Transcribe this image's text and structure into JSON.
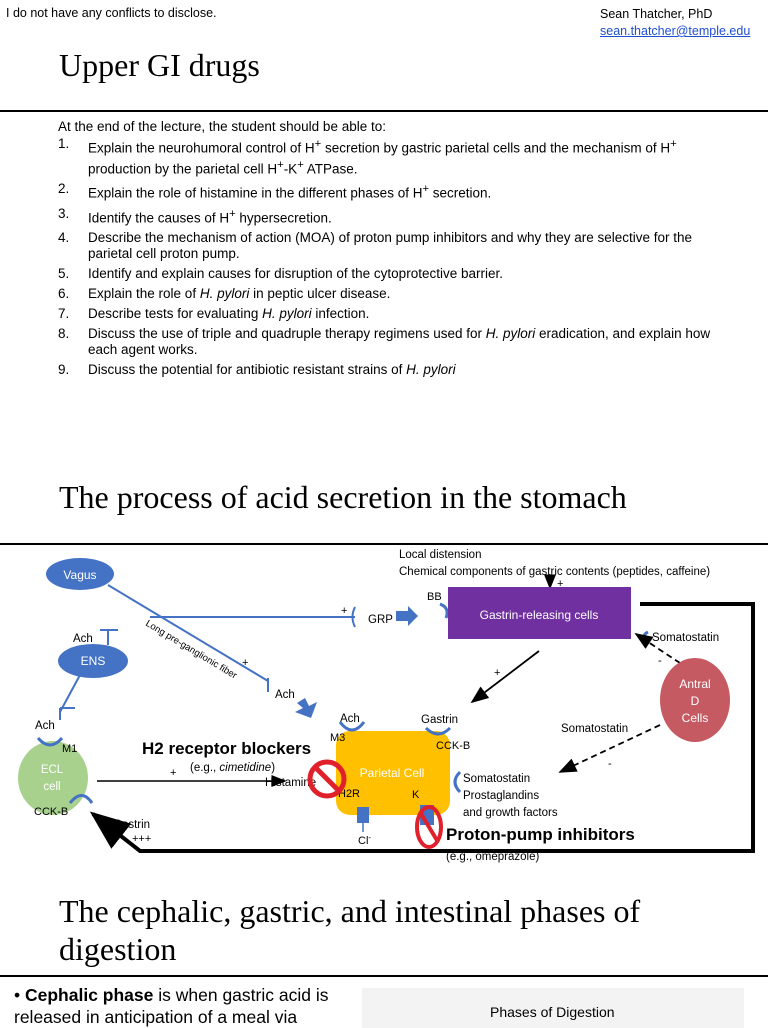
{
  "header": {
    "disclosure": "I do not have any conflicts to disclose.",
    "author_name": "Sean Thatcher, PhD",
    "author_email": "sean.thatcher@temple.edu"
  },
  "sections": {
    "title1": "Upper GI drugs",
    "title2": "The process of acid secretion in the stomach",
    "title3_line1": "The cephalic, gastric, and intestinal phases of",
    "title3_line2": "digestion"
  },
  "objectives": {
    "intro": "At the end of the lecture, the student should be able to:",
    "items": [
      {
        "num": "1.",
        "html": "Explain the neurohumoral control of H<sup>+</sup> secretion by gastric parietal cells and the mechanism of H<sup>+</sup> production by the parietal cell H<sup>+</sup>-K<sup>+</sup> ATPase."
      },
      {
        "num": "2.",
        "html": "Explain the role of histamine in the different phases of H<sup>+</sup> secretion."
      },
      {
        "num": "3.",
        "html": "Identify the causes of H<sup>+</sup> hypersecretion."
      },
      {
        "num": "4.",
        "html": "Describe the mechanism of action (MOA) of proton pump inhibitors and why they are selective for the parietal cell proton pump."
      },
      {
        "num": "5.",
        "html": "Identify and explain causes for disruption of the cytoprotective barrier."
      },
      {
        "num": "6.",
        "html": "Explain the role of <i>H. pylori</i> in peptic ulcer disease."
      },
      {
        "num": "7.",
        "html": "Describe tests for evaluating <i>H. pylori</i> infection."
      },
      {
        "num": "8.",
        "html": "Discuss the use of triple and quadruple therapy regimens used for <i>H. pylori</i> eradication, and explain how each agent works."
      },
      {
        "num": "9.",
        "html": "Discuss the potential for antibiotic resistant strains of <i>H. pylori</i>"
      }
    ]
  },
  "diagram": {
    "vagus": "Vagus",
    "ens": "ENS",
    "ecl_line1": "ECL",
    "ecl_line2": "cell",
    "ach": "Ach",
    "m1": "M1",
    "m3": "M3",
    "cckb": "CCK-B",
    "fiber": "Long pre-ganglionic fiber",
    "grp": "GRP",
    "bb": "BB",
    "plus": "+",
    "minus": "-",
    "triple_plus": "+++",
    "local_distension": "Local distension",
    "chemical": "Chemical components of gastric contents (peptides, caffeine)",
    "gastrin_releasing": "Gastrin-releasing cells",
    "somatostatin": "Somatostatin",
    "antral_line1": "Antral",
    "antral_line2": "D",
    "antral_line3": "Cells",
    "gastrin": "Gastrin",
    "parietal": "Parietal Cell",
    "h2_blockers": "H2 receptor blockers",
    "cimetidine_pre": "(e.g., ",
    "cimetidine": "cimetidine",
    "cimetidine_post": ")",
    "histamine": "Histamine",
    "h2r": "H2R",
    "k": "K",
    "cl": "Cl",
    "ppi": "Proton-pump inhibitors",
    "omeprazole": "(e.g., omeprazole)",
    "inhibitors_line1": "Somatostatin",
    "inhibitors_line2": "Prostaglandins",
    "inhibitors_line3": "and growth factors",
    "colors": {
      "blue_node": "#4472c4",
      "purple": "#7030a0",
      "antral": "#c65a62",
      "parietal": "#ffc000",
      "ecl": "#a9d18e",
      "no_sign": "#e0202a",
      "line_blue": "#4472c4"
    }
  },
  "bottom": {
    "bullet_bold": "Cephalic phase",
    "bullet_rest": " is when gastric acid is released in anticipation of a meal via",
    "phases_title": "Phases of Digestion"
  }
}
